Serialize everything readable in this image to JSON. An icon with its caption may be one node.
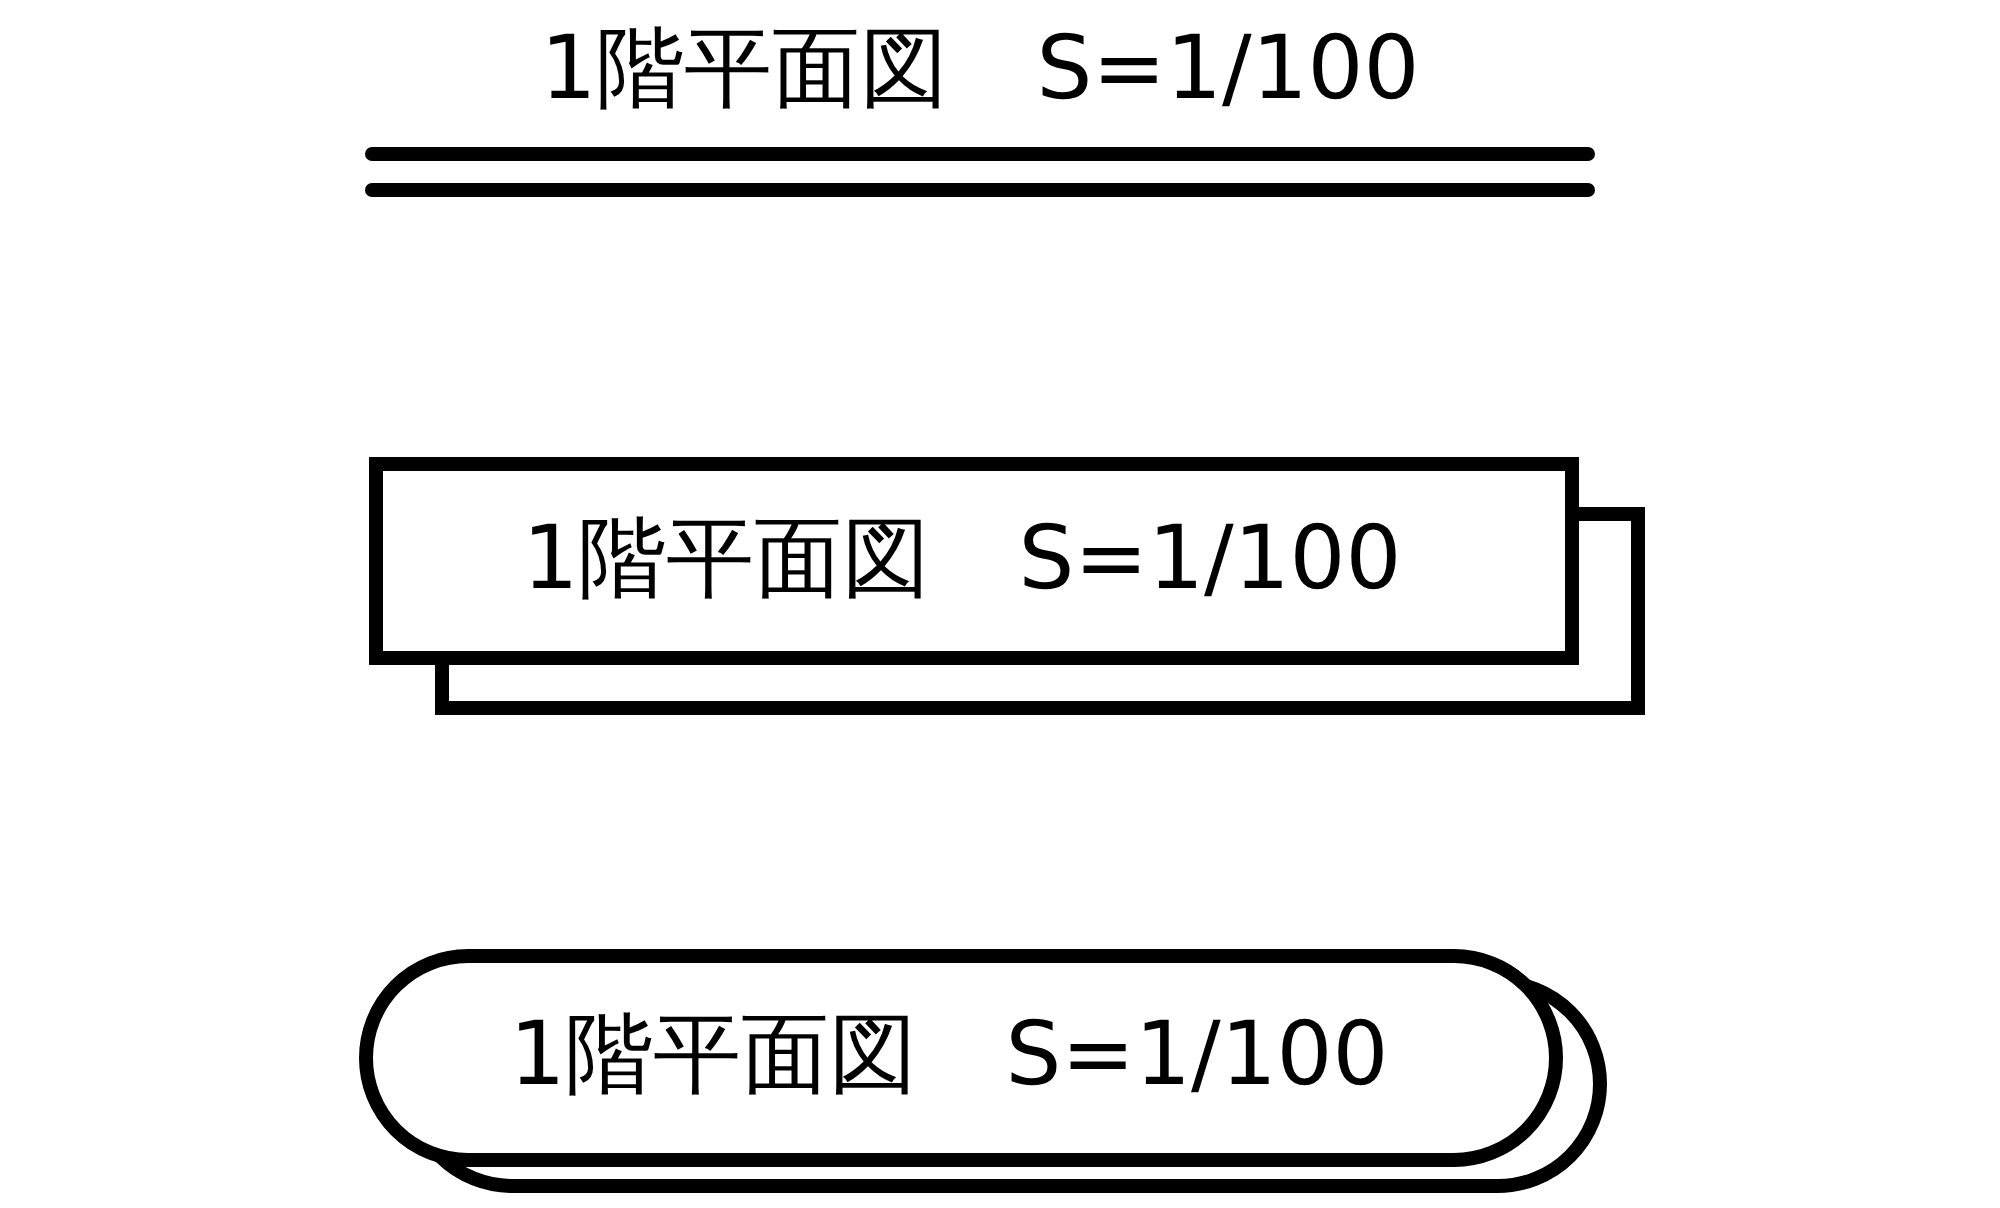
{
  "diagram": {
    "nodes": [
      {
        "text": [
          "1階平面図　S=1/100"
        ]
      },
      {
        "text": [
          "1階平面図　S=1/100"
        ]
      }
    ],
    "labels": [
      "1階平面図　S=1/100"
    ]
  }
}
